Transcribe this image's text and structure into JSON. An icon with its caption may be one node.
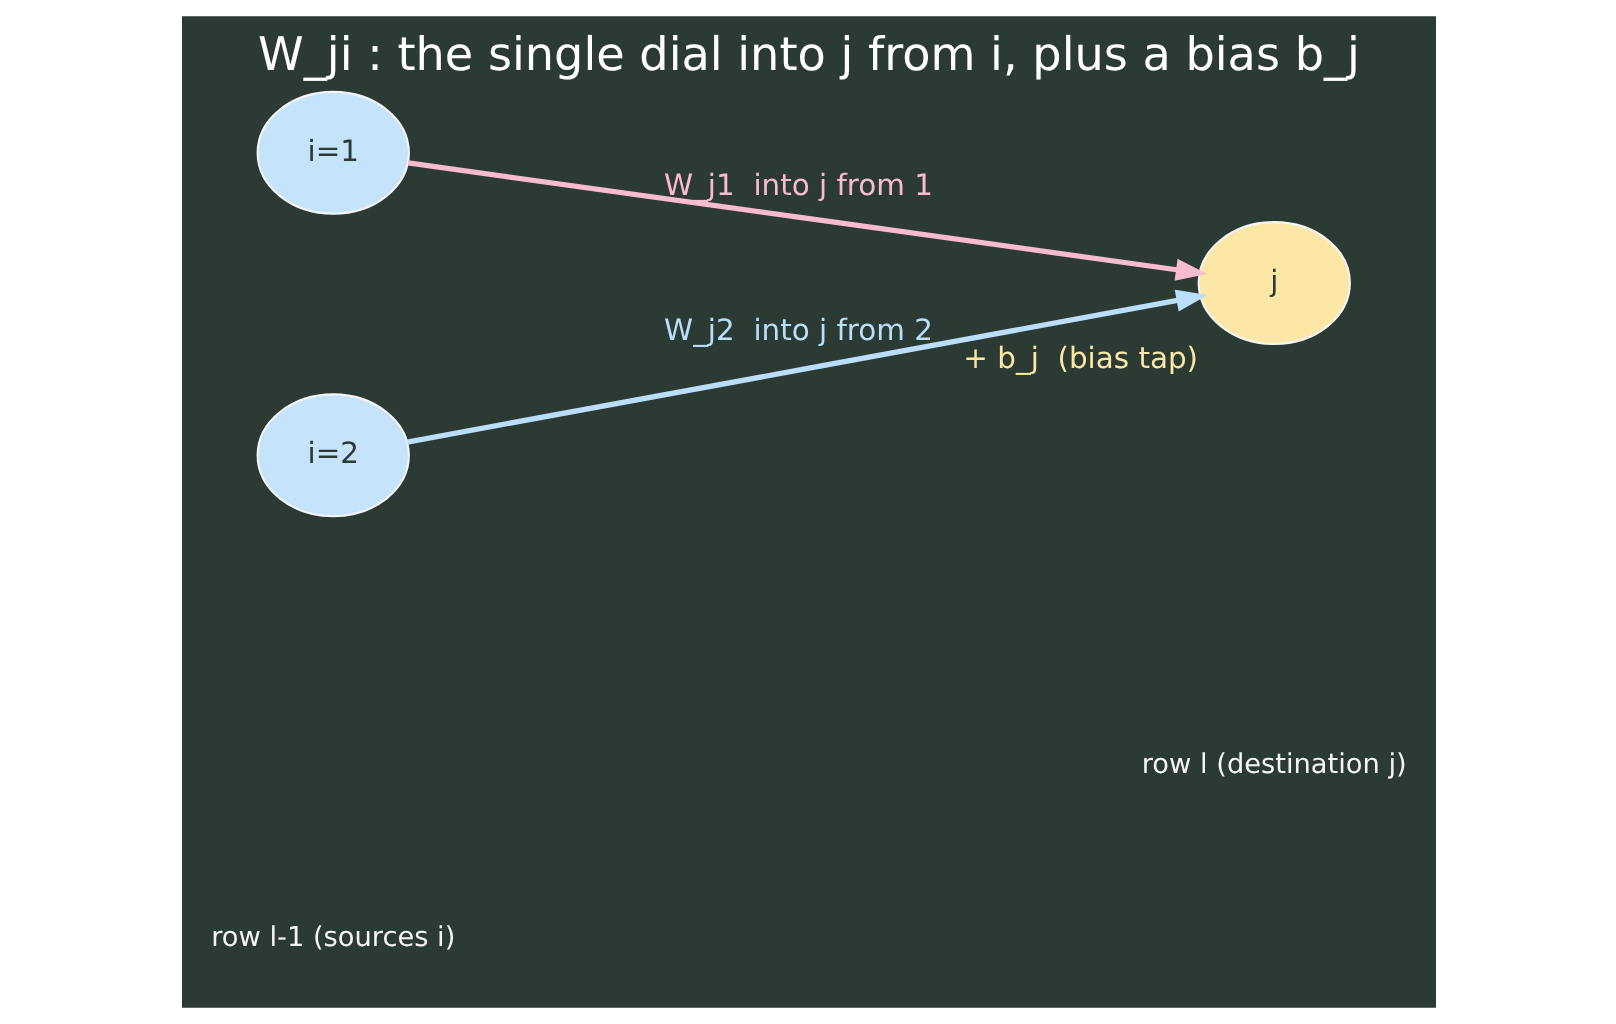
{
  "diagram": {
    "title": "W_ji : the single dial into j from i, plus a bias b_j",
    "nodes": [
      {
        "text": [
          "i=1"
        ]
      },
      {
        "text": [
          "i=2"
        ]
      },
      {
        "text": [
          "j"
        ],
        "beside": [
          "+ b_j  (bias tap)"
        ]
      }
    ],
    "edges": [
      {
        "from": 0,
        "to": 2,
        "arrow": "to",
        "label": "W_j1  into j from 1",
        "color": "#f8bbd0"
      },
      {
        "from": 1,
        "to": 2,
        "arrow": "to",
        "label": "W_j2  into j from 2",
        "color": "#bbdefb"
      }
    ],
    "labels": [
      "row l-1 (sources i)",
      "row l (destination j)"
    ]
  }
}
